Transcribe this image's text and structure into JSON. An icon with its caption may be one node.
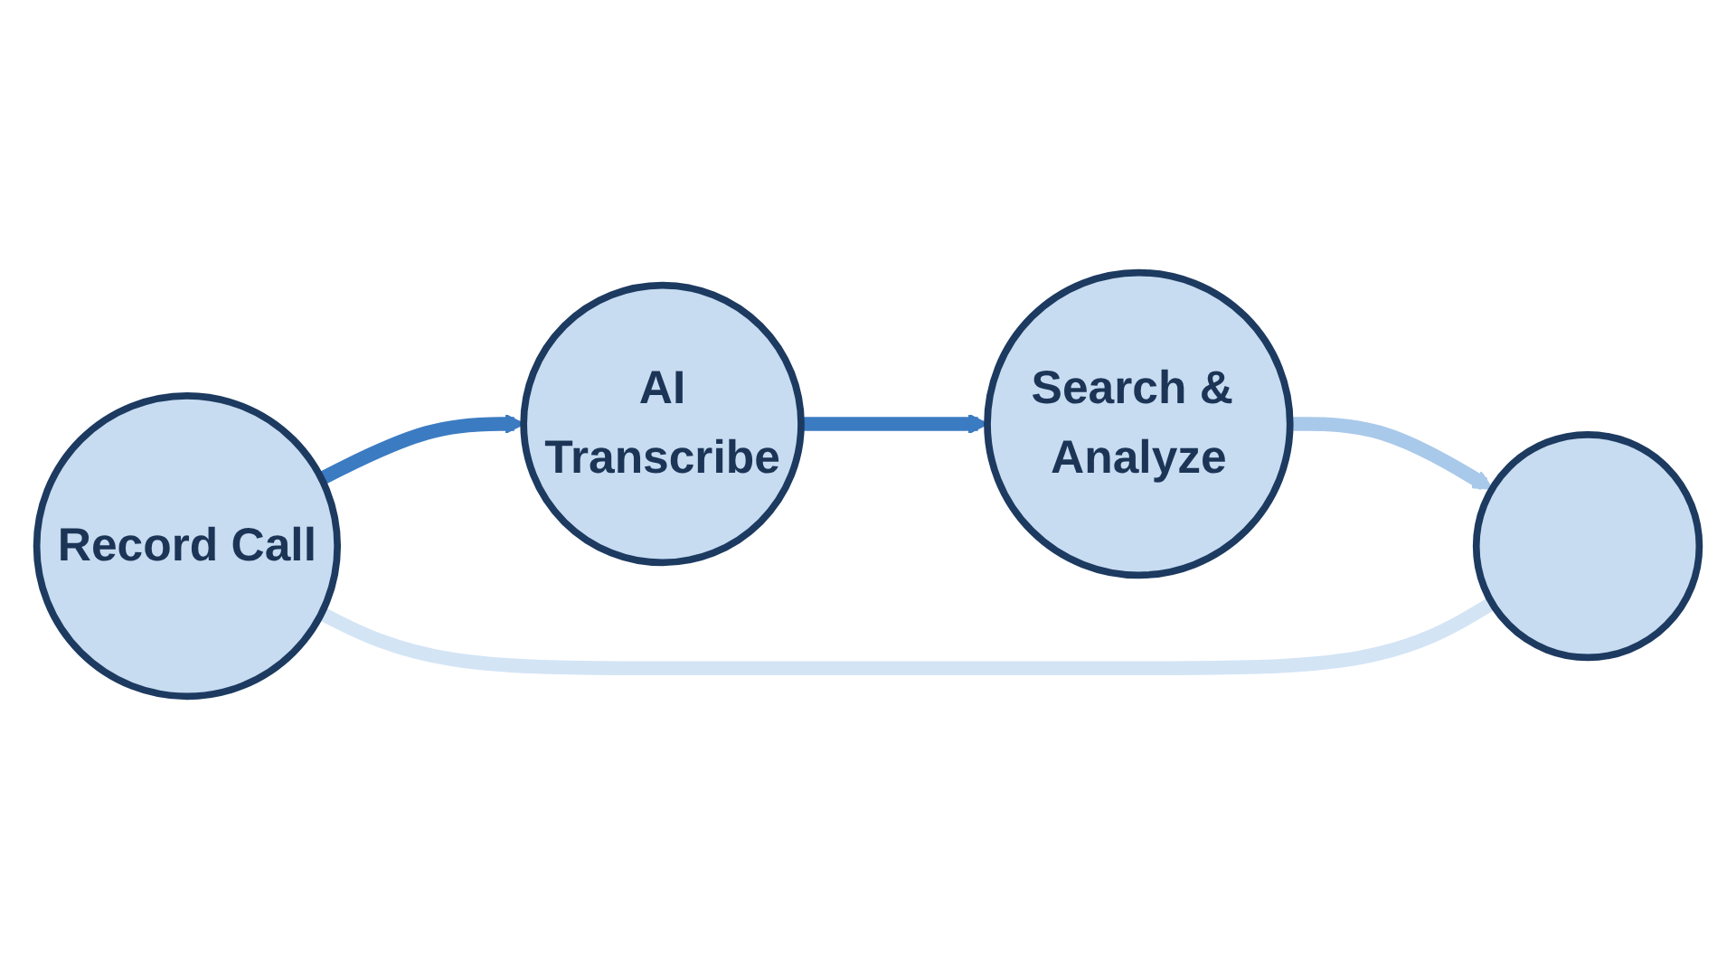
{
  "diagram": {
    "nodes": [
      {
        "text": [
          "Record Call"
        ]
      },
      {
        "text": [
          "AI",
          "Transcribe"
        ]
      },
      {
        "text": [
          "Search & Analyze"
        ]
      },
      {
        "text": [],
        "shape": "circle"
      }
    ],
    "edges": [
      {
        "from": 0,
        "to": 1,
        "arrow": "to"
      },
      {
        "from": 1,
        "to": 2,
        "arrow": "to"
      },
      {
        "from": 2,
        "to": 3,
        "arrow": "to",
        "color": "#a9c9ea"
      },
      {
        "from": 3,
        "to": 0,
        "arrow": "none",
        "color": "#d3e4f5"
      }
    ]
  }
}
